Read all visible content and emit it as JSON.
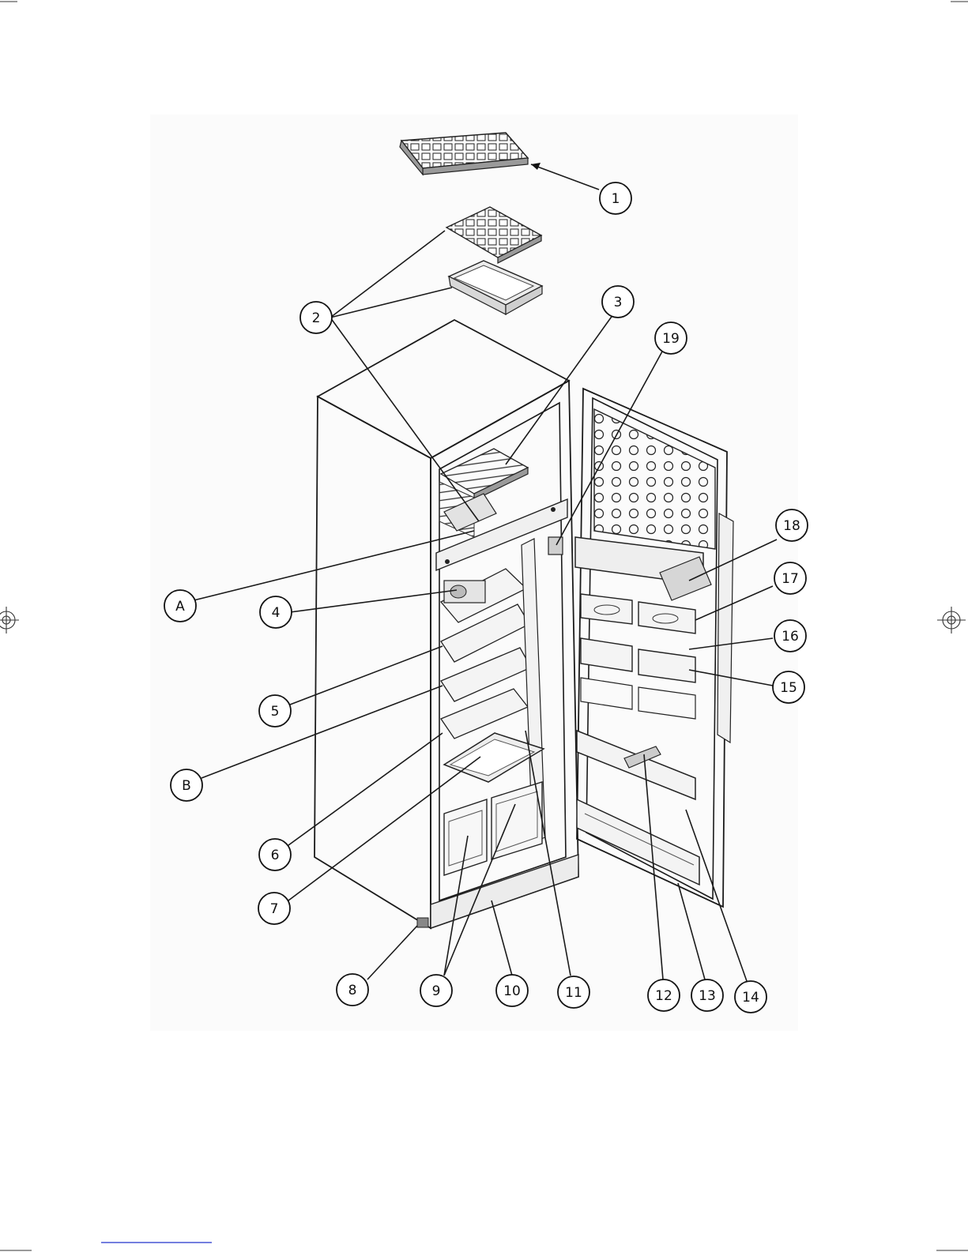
{
  "callouts": [
    {
      "id": "c1",
      "label": "1"
    },
    {
      "id": "c2",
      "label": "2"
    },
    {
      "id": "c3",
      "label": "3"
    },
    {
      "id": "c19",
      "label": "19"
    },
    {
      "id": "c18",
      "label": "18"
    },
    {
      "id": "c17",
      "label": "17"
    },
    {
      "id": "c16",
      "label": "16"
    },
    {
      "id": "c15",
      "label": "15"
    },
    {
      "id": "cA",
      "label": "A"
    },
    {
      "id": "c4",
      "label": "4"
    },
    {
      "id": "c5",
      "label": "5"
    },
    {
      "id": "cB",
      "label": "B"
    },
    {
      "id": "c6",
      "label": "6"
    },
    {
      "id": "c7",
      "label": "7"
    },
    {
      "id": "c8",
      "label": "8"
    },
    {
      "id": "c9",
      "label": "9"
    },
    {
      "id": "c10",
      "label": "10"
    },
    {
      "id": "c11",
      "label": "11"
    },
    {
      "id": "c12",
      "label": "12"
    },
    {
      "id": "c13",
      "label": "13"
    },
    {
      "id": "c14",
      "label": "14"
    }
  ],
  "colors": {
    "ink": "#1a1a1a",
    "link_underline": "#2233cc"
  }
}
